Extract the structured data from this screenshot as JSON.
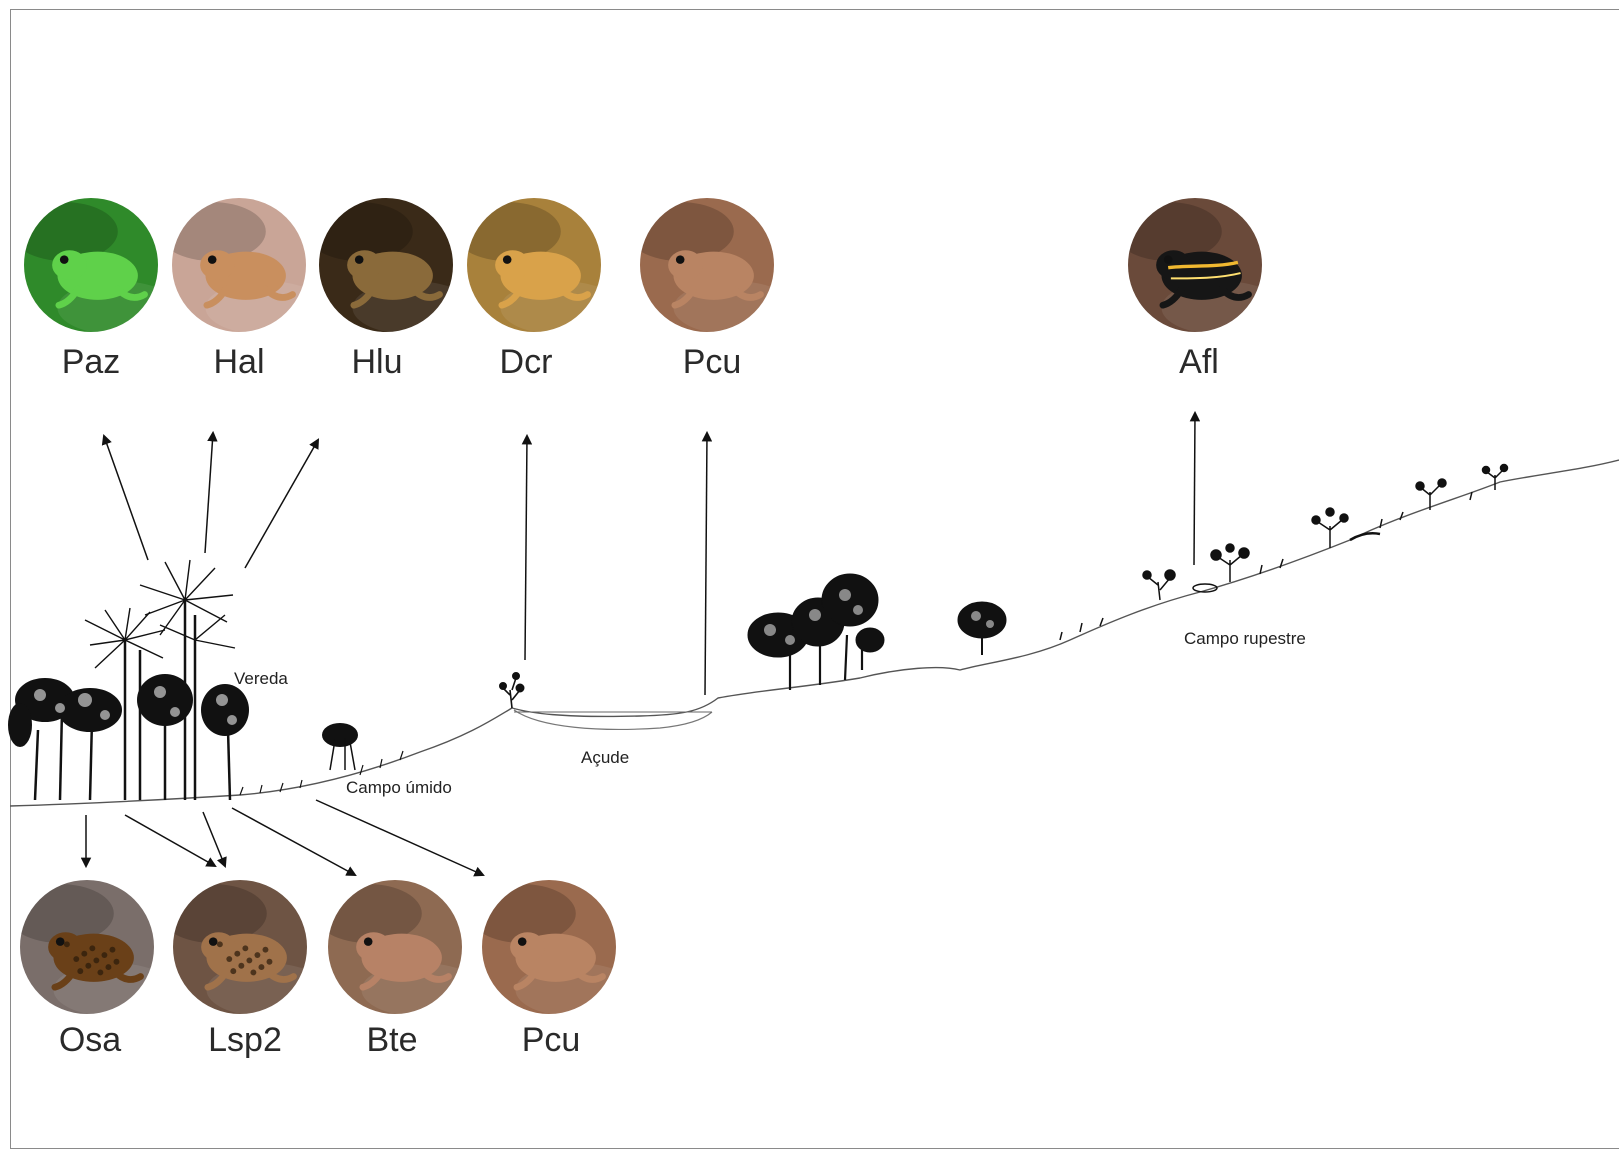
{
  "habitats": {
    "vereda": "Vereda",
    "campo_umido": "Campo úmido",
    "acude": "Açude",
    "campo_rupestre": "Campo rupestre"
  },
  "species_top": [
    {
      "code": "Paz",
      "icon": "green-tree-frog-photo",
      "base": "#2f8a2a",
      "frog": "#5fd14a"
    },
    {
      "code": "Hal",
      "icon": "tan-tree-frog-photo",
      "base": "#c9a597",
      "frog": "#c98f5e"
    },
    {
      "code": "Hlu",
      "icon": "brown-tree-frog-photo",
      "base": "#3a2a18",
      "frog": "#8a6a3a"
    },
    {
      "code": "Dcr",
      "icon": "small-yellow-frog-photo",
      "base": "#a8813b",
      "frog": "#d9a24a"
    },
    {
      "code": "Pcu",
      "icon": "brown-frog-photo",
      "base": "#9a6a4e",
      "frog": "#b98463"
    },
    {
      "code": "Afl",
      "icon": "striped-poison-frog-photo",
      "base": "#6a4a3a",
      "frog": "#161616"
    }
  ],
  "species_bottom": [
    {
      "code": "Osa",
      "icon": "warty-toad-photo",
      "base": "#7a6e6a",
      "frog": "#6a4018"
    },
    {
      "code": "Lsp2",
      "icon": "spotted-frog-photo",
      "base": "#6e5444",
      "frog": "#a0724a"
    },
    {
      "code": "Bte",
      "icon": "brown-frog-pair-photo",
      "base": "#8e6a52",
      "frog": "#b78266"
    },
    {
      "code": "Pcu",
      "icon": "brown-frog-photo",
      "base": "#9a6a4e",
      "frog": "#b98463"
    }
  ]
}
